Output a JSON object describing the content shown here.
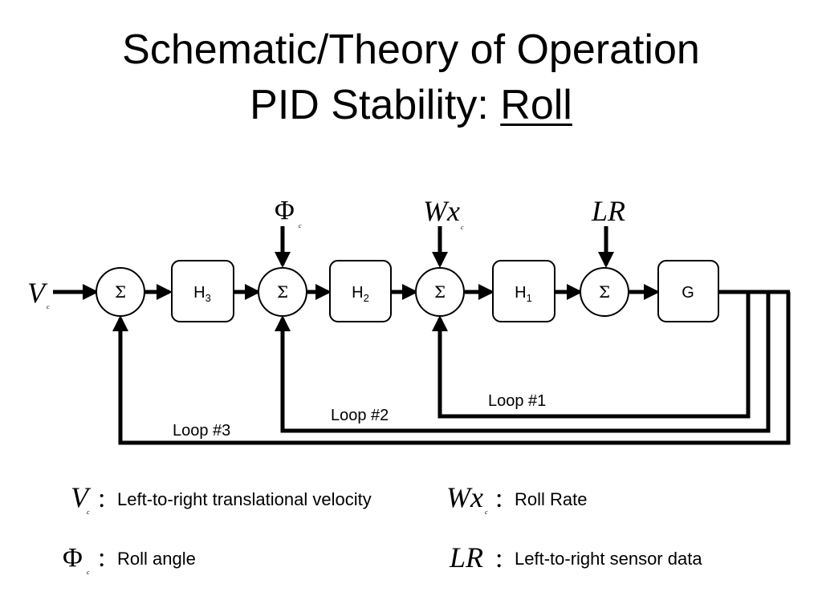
{
  "title": {
    "line1": "Schematic/Theory of Operation",
    "line2_prefix": "PID Stability: ",
    "line2_underlined": "Roll"
  },
  "diagram": {
    "inputs": {
      "v": {
        "symbol": "V",
        "subscript": "c"
      },
      "phi": {
        "symbol": "Φ",
        "subscript": "c"
      },
      "wx": {
        "symbol": "Wx",
        "subscript": "c"
      },
      "lr": {
        "symbol": "LR"
      }
    },
    "summers": [
      "Σ",
      "Σ",
      "Σ",
      "Σ"
    ],
    "blocks": {
      "h3": {
        "base": "H",
        "sub": "3"
      },
      "h2": {
        "base": "H",
        "sub": "2"
      },
      "h1": {
        "base": "H",
        "sub": "1"
      },
      "g": {
        "base": "G"
      }
    },
    "loops": [
      "Loop #1",
      "Loop #2",
      "Loop #3"
    ]
  },
  "legend": [
    {
      "symbol": "V",
      "subscript": "c",
      "colon": ":",
      "text": "Left-to-right translational velocity"
    },
    {
      "symbol": "Wx",
      "subscript": "c",
      "colon": ":",
      "text": "Roll Rate"
    },
    {
      "symbol": "Φ",
      "subscript": "c",
      "colon": ":",
      "text": "Roll angle"
    },
    {
      "symbol": "LR",
      "colon": ":",
      "text": "Left-to-right sensor data"
    }
  ]
}
